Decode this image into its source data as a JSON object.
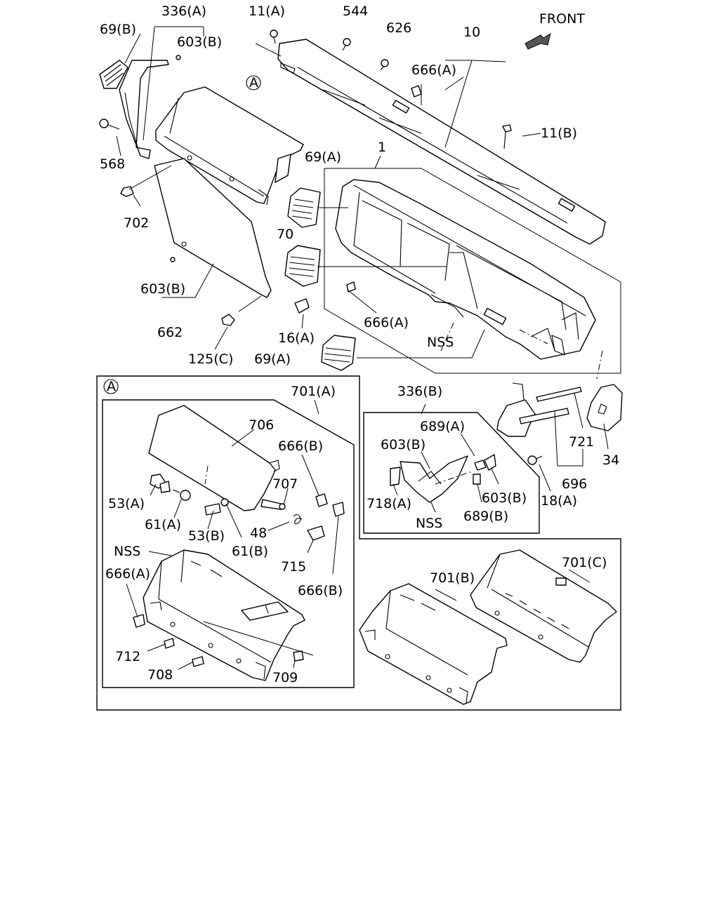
{
  "orientation": "FRONT",
  "callouts": {
    "c336A": "336(A)",
    "c11A": "11(A)",
    "c544": "544",
    "c626": "626",
    "c10": "10",
    "c69B": "69(B)",
    "c603B_top": "603(B)",
    "c666A_top": "666(A)",
    "cA_circle": "A",
    "c11B": "11(B)",
    "c568": "568",
    "c1": "1",
    "c69A_mid": "69(A)",
    "c702": "702",
    "c70": "70",
    "c603B_left": "603(B)",
    "c666A_mid": "666(A)",
    "c662": "662",
    "c16A": "16(A)",
    "cNSS_mid": "NSS",
    "c125C": "125(C)",
    "c69A_bot": "69(A)",
    "cA_inset": "A",
    "c701A": "701(A)",
    "c706": "706",
    "c666B_1": "666(B)",
    "c707": "707",
    "c53A": "53(A)",
    "c61A": "61(A)",
    "c53B": "53(B)",
    "c48": "48",
    "c61B": "61(B)",
    "cNSS_inset": "NSS",
    "c715": "715",
    "c666A_inset": "666(A)",
    "c666B_2": "666(B)",
    "c712": "712",
    "c708": "708",
    "c709": "709",
    "c701B": "701(B)",
    "c701C": "701(C)",
    "c336B": "336(B)",
    "c689A": "689(A)",
    "c603B_box": "603(B)",
    "c718A": "718(A)",
    "cNSS_box": "NSS",
    "c603B_box2": "603(B)",
    "c689B": "689(B)",
    "c721": "721",
    "c34": "34",
    "c18A": "18(A)",
    "c696": "696"
  }
}
